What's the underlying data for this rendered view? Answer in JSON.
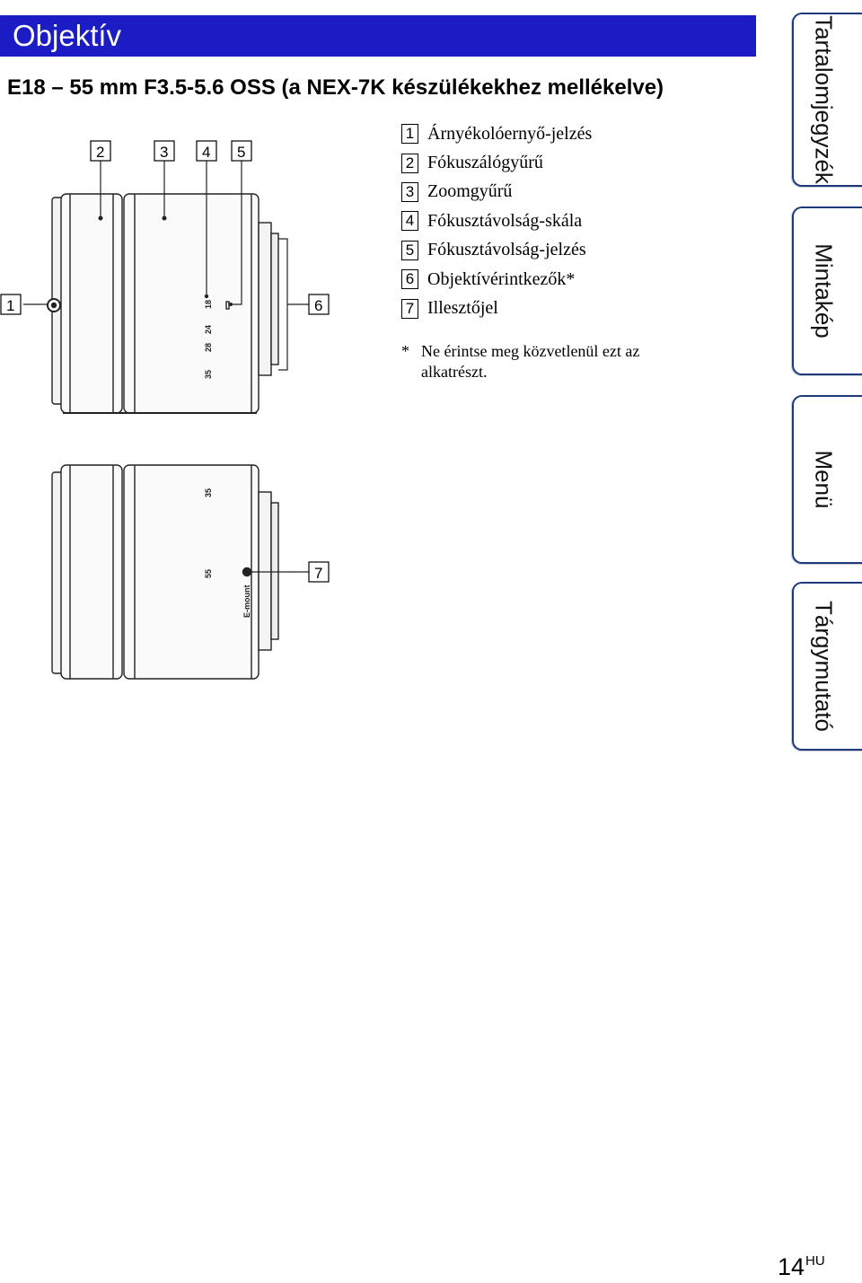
{
  "header": {
    "section_title": "Objektív"
  },
  "subtitle": "E18 – 55 mm F3.5-5.6 OSS (a NEX-7K készülékekhez mellékelve)",
  "callouts": [
    "1",
    "2",
    "3",
    "4",
    "5",
    "6",
    "7"
  ],
  "parts": [
    {
      "num": "1",
      "label": "Árnyékolóernyő-jelzés"
    },
    {
      "num": "2",
      "label": "Fókuszálógyűrű"
    },
    {
      "num": "3",
      "label": "Zoomgyűrű"
    },
    {
      "num": "4",
      "label": "Fókusztávolság-skála"
    },
    {
      "num": "5",
      "label": "Fókusztávolság-jelzés"
    },
    {
      "num": "6",
      "label": "Objektívérintkezők*"
    },
    {
      "num": "7",
      "label": "Illesztőjel"
    }
  ],
  "note": {
    "marker": "*",
    "text": "Ne érintse meg közvetlenül ezt az alkatrészt."
  },
  "lens_markings": {
    "top_scale": [
      "18",
      "24",
      "28",
      "35"
    ],
    "bottom_scale": [
      "35",
      "55"
    ],
    "mount": "E-mount"
  },
  "side_tabs": [
    "Tartalomjegyzék",
    "Mintakép",
    "Menü",
    "Tárgymutató"
  ],
  "page": {
    "number": "14",
    "suffix": "HU"
  },
  "colors": {
    "header_bar": "#1c1cc4",
    "tab_border": "#1d3b7a"
  }
}
